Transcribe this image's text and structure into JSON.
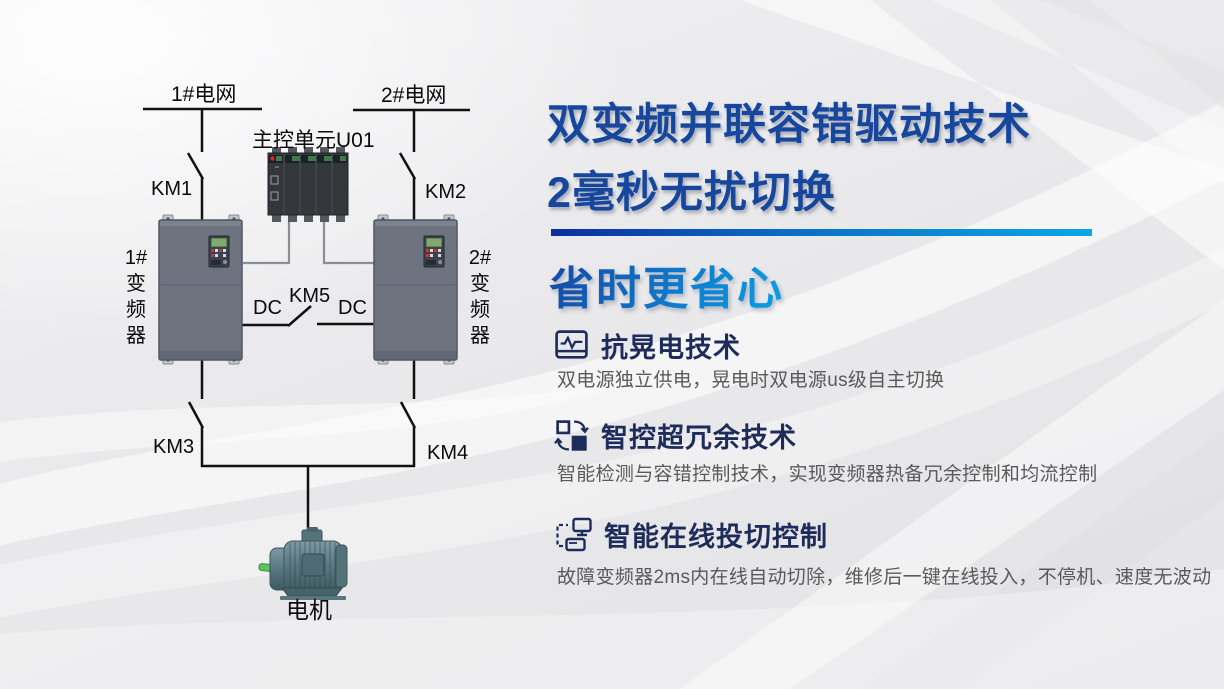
{
  "diagram": {
    "grid1": "1#电网",
    "grid2": "2#电网",
    "control_unit": "主控单元U01",
    "switches": {
      "km1": "KM1",
      "km2": "KM2",
      "km3": "KM3",
      "km4": "KM4",
      "km5": "KM5"
    },
    "dc_left": "DC",
    "dc_right": "DC",
    "inverter1_lines": [
      "1#",
      "变",
      "频",
      "器"
    ],
    "inverter2_lines": [
      "2#",
      "变",
      "频",
      "器"
    ],
    "motor": "电机"
  },
  "panel": {
    "title_line1": "双变频并联容错驱动技术",
    "title_line2": "2毫秒无扰切换",
    "tagline": "省时更省心",
    "features": [
      {
        "icon": "waveform-monitor-icon",
        "title": "抗晃电技术",
        "desc": "双电源独立供电，晃电时双电源us级自主切换"
      },
      {
        "icon": "swap-squares-icon",
        "title": "智控超冗余技术",
        "desc": "智能检测与容错控制技术，实现变频器热备冗余控制和均流控制"
      },
      {
        "icon": "remote-computer-icon",
        "title": "智能在线投切控制",
        "desc": "故障变频器2ms内在线自动切除，维修后一键在线投入，不停机、速度无波动"
      }
    ]
  },
  "colors": {
    "title_blue": "#17479d",
    "divider_gradient_start": "#0c2f9d",
    "divider_gradient_end": "#09a7e8",
    "tagline_gradient_start": "#1550aa",
    "tagline_gradient_end": "#0aa0e8",
    "feature_title_navy": "#1e2c5c",
    "description_gray": "#5a5a5a",
    "wire_black": "#111111",
    "control_wire_gray": "#8a8f94",
    "inverter_body": "#6e7380",
    "background_gray": "#ebebed"
  }
}
